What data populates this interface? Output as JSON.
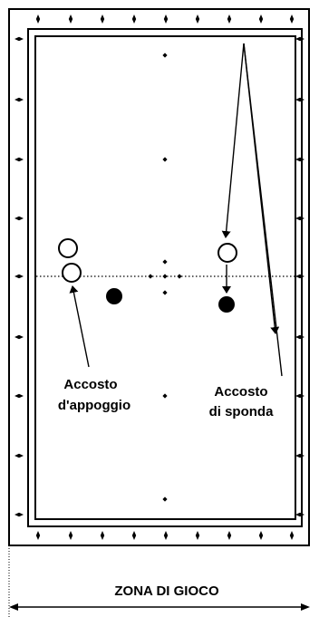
{
  "labels": {
    "accosto_appoggio_line1": "Accosto",
    "accosto_appoggio_line2": "d'appoggio",
    "accosto_sponda_line1": "Accosto",
    "accosto_sponda_line2": "di sponda",
    "zona_di_gioco": "ZONA DI GIOCO"
  },
  "colors": {
    "ink": "#000000",
    "paper": "#ffffff"
  },
  "icons": {
    "diamond": "diamond-marker-icon",
    "ball_white": "white-ball-icon",
    "ball_black": "black-ball-icon"
  }
}
